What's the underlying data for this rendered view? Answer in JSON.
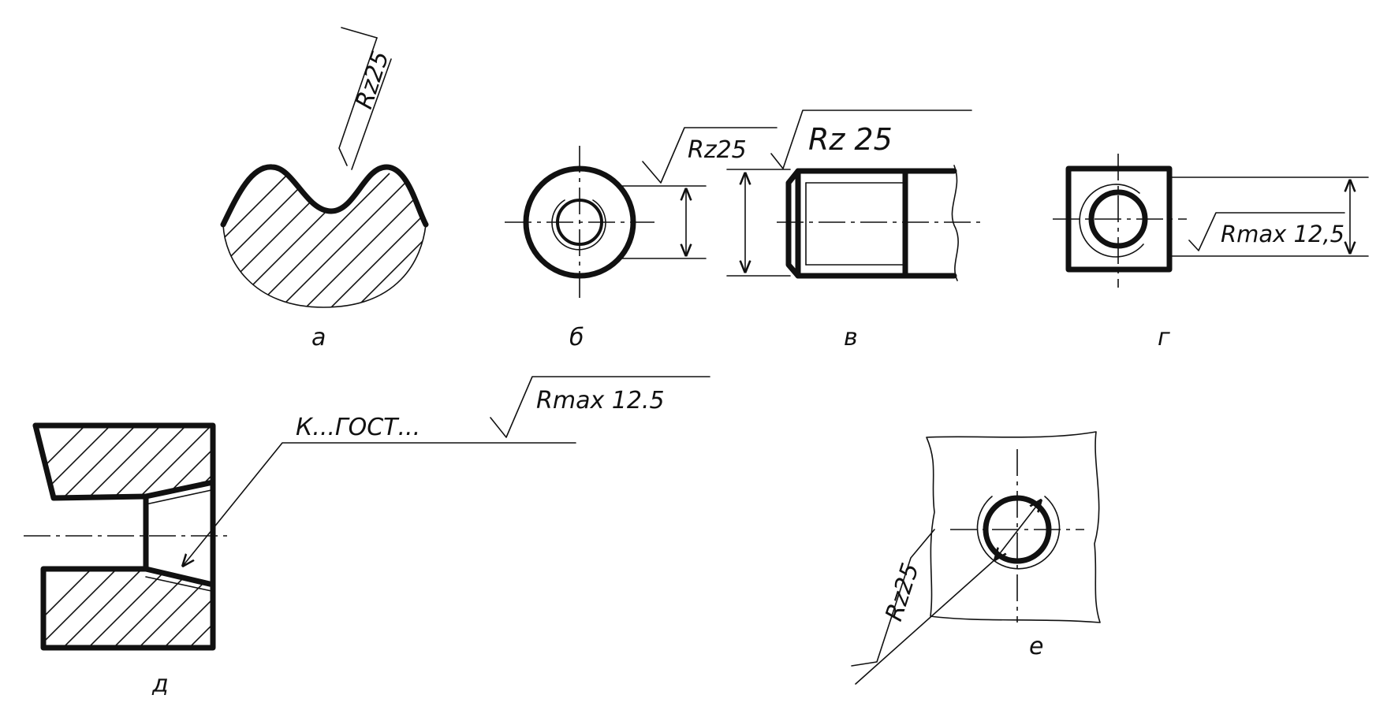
{
  "views": {
    "a": {
      "caption": "а",
      "roughness": "Rz25"
    },
    "b": {
      "caption": "б",
      "roughness": "Rz25"
    },
    "v": {
      "caption": "в",
      "roughness": "Rz 25"
    },
    "g": {
      "caption": "г",
      "roughness": "Rmax 12,5"
    },
    "d": {
      "caption": "д",
      "note": "К...ГОСТ...",
      "roughness": "Rmax 12.5"
    },
    "e": {
      "caption": "е",
      "roughness": "Rz25"
    }
  }
}
